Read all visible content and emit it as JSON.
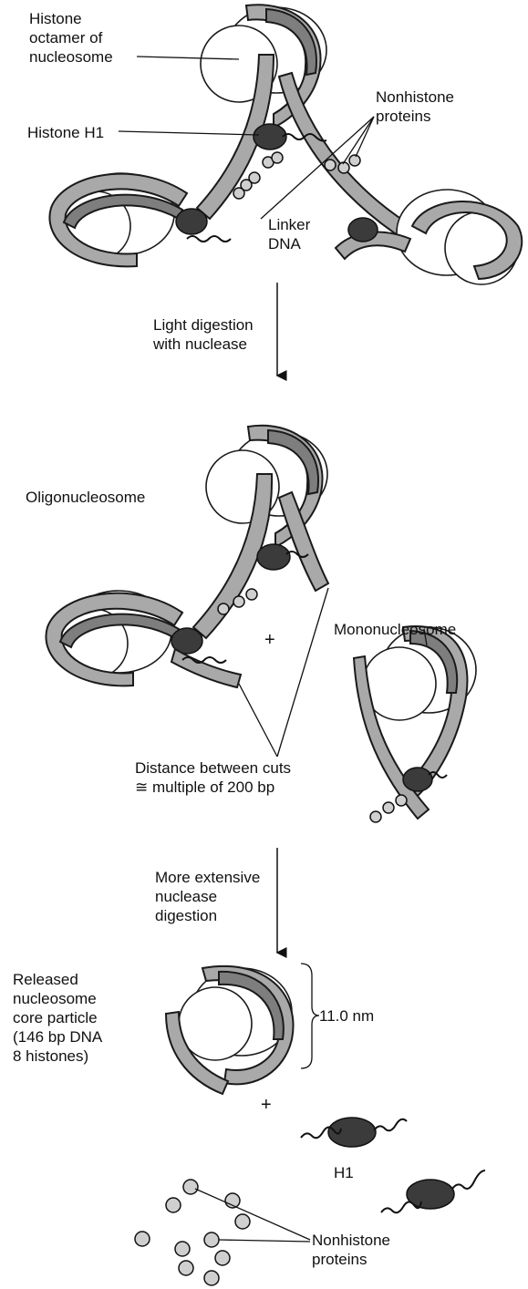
{
  "labels": {
    "histone_octamer": "Histone\noctamer of\nnucleosome",
    "histone_h1": "Histone H1",
    "nonhistone_top": "Nonhistone\nproteins",
    "linker_dna": "Linker\nDNA",
    "step1": "Light digestion\nwith nuclease",
    "oligonucleosome": "Oligonucleosome",
    "mononucleosome": "Mononucleosome",
    "plus1": "+",
    "distance": "Distance between cuts\n≅ multiple of 200 bp",
    "step2": "More extensive\nnuclease\ndigestion",
    "core_particle": "Released\nnucleosome\ncore particle\n(146 bp DNA\n8 histones)",
    "size": "11.0 nm",
    "plus2": "+",
    "h1": "H1",
    "nonhistone_bottom": "Nonhistone\nproteins"
  }
}
